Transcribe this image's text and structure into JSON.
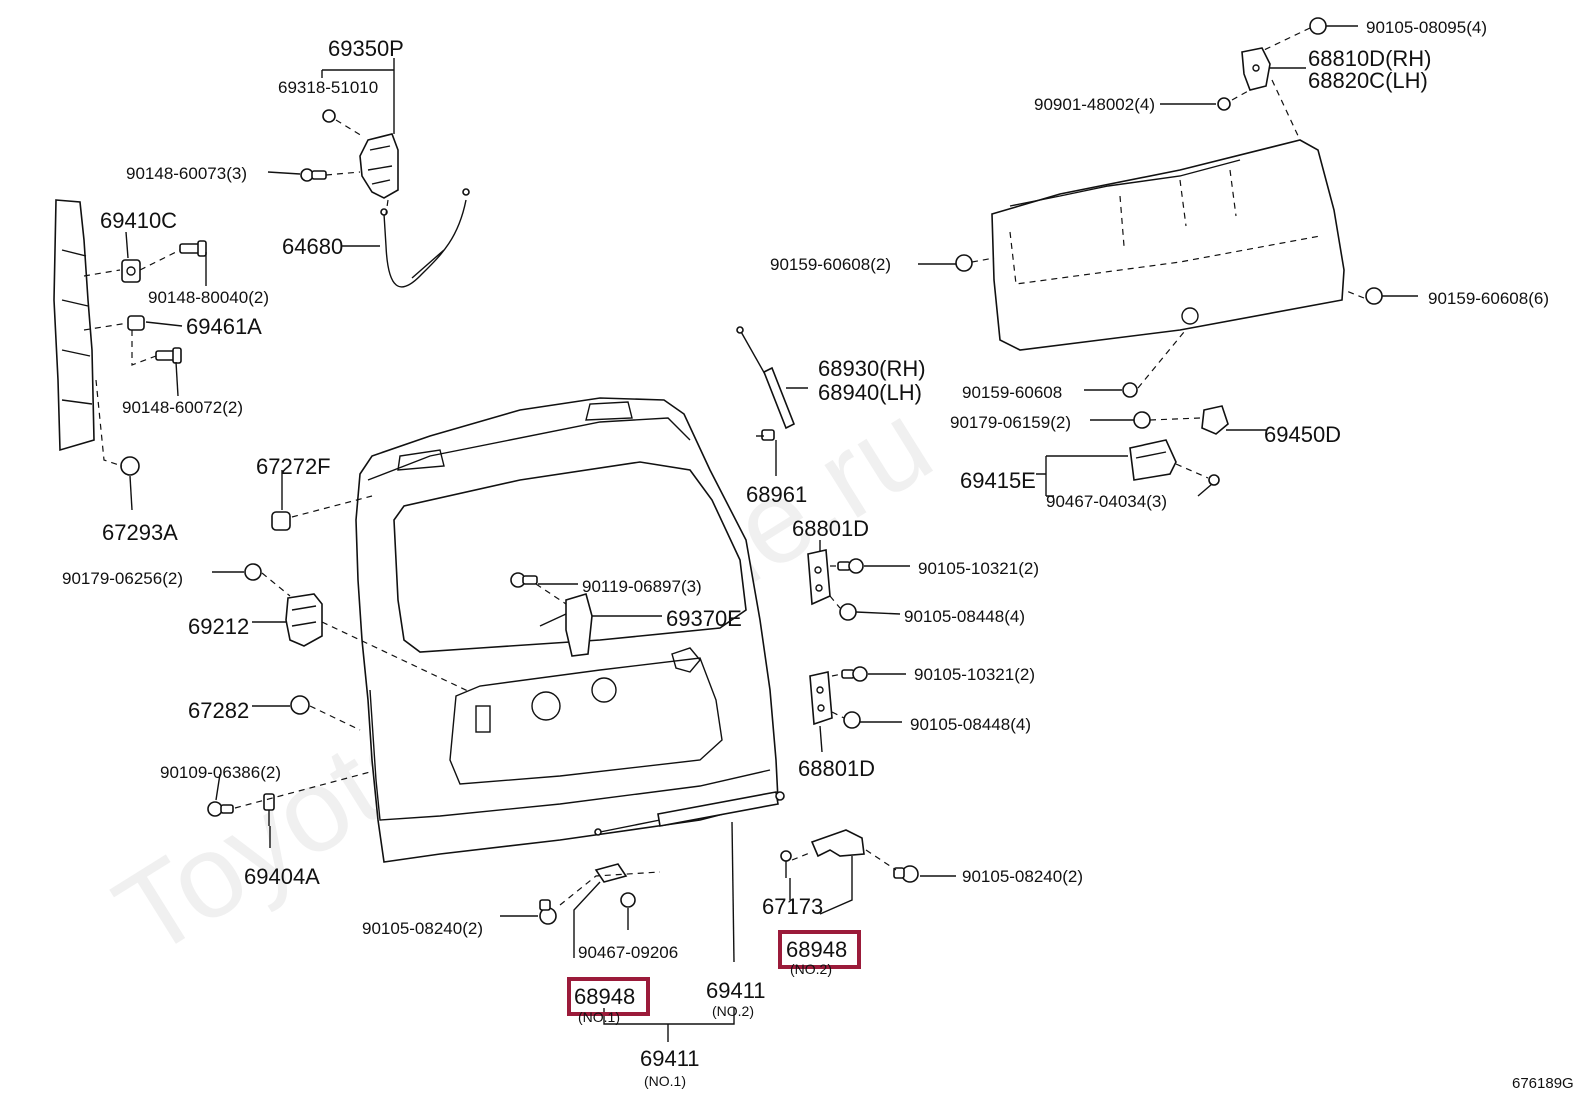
{
  "watermark": "ToyotaCarMine.ru",
  "figure_code": "676189G",
  "labels": {
    "p69350P": "69350P",
    "p69318": "69318-51010",
    "p90148_60073": "90148-60073(3)",
    "p64680": "64680",
    "p69410C": "69410C",
    "p90148_80040": "90148-80040(2)",
    "p69461A": "69461A",
    "p90148_60072": "90148-60072(2)",
    "p67293A": "67293A",
    "p67272F": "67272F",
    "p90179_06256": "90179-06256(2)",
    "p69212": "69212",
    "p67282": "67282",
    "p90109_06386": "90109-06386(2)",
    "p69404A": "69404A",
    "p90105_08240_left": "90105-08240(2)",
    "p90467_09206": "90467-09206",
    "p68948_no1": "68948",
    "p68948_no1_sub": "(NO.1)",
    "p69411_no2": "69411",
    "p69411_no2_sub": "(NO.2)",
    "p69411_no1": "69411",
    "p69411_no1_sub": "(NO.1)",
    "p67173": "67173",
    "p68948_no2": "68948",
    "p68948_no2_sub": "(NO.2)",
    "p90105_08240_right": "90105-08240(2)",
    "p90119_06897": "90119-06897(3)",
    "p69370E": "69370E",
    "p68930": "68930(RH)",
    "p68940": "68940(LH)",
    "p68961": "68961",
    "p68801D_top": "68801D",
    "p90105_10321_a": "90105-10321(2)",
    "p90105_08448_a": "90105-08448(4)",
    "p90105_10321_b": "90105-10321(2)",
    "p90105_08448_b": "90105-08448(4)",
    "p68801D_bottom": "68801D",
    "p90105_08095": "90105-08095(4)",
    "p68810D": "68810D(RH)",
    "p68820C": "68820C(LH)",
    "p90901_48002": "90901-48002(4)",
    "p90159_60608_2": "90159-60608(2)",
    "p90159_60608_6": "90159-60608(6)",
    "p90159_60608": "90159-60608",
    "p90179_06159": "90179-06159(2)",
    "p69450D": "69450D",
    "p69415E": "69415E",
    "p90467_04034": "90467-04034(3)"
  },
  "colors": {
    "highlight": "#9b1b3a",
    "line": "#111111"
  }
}
